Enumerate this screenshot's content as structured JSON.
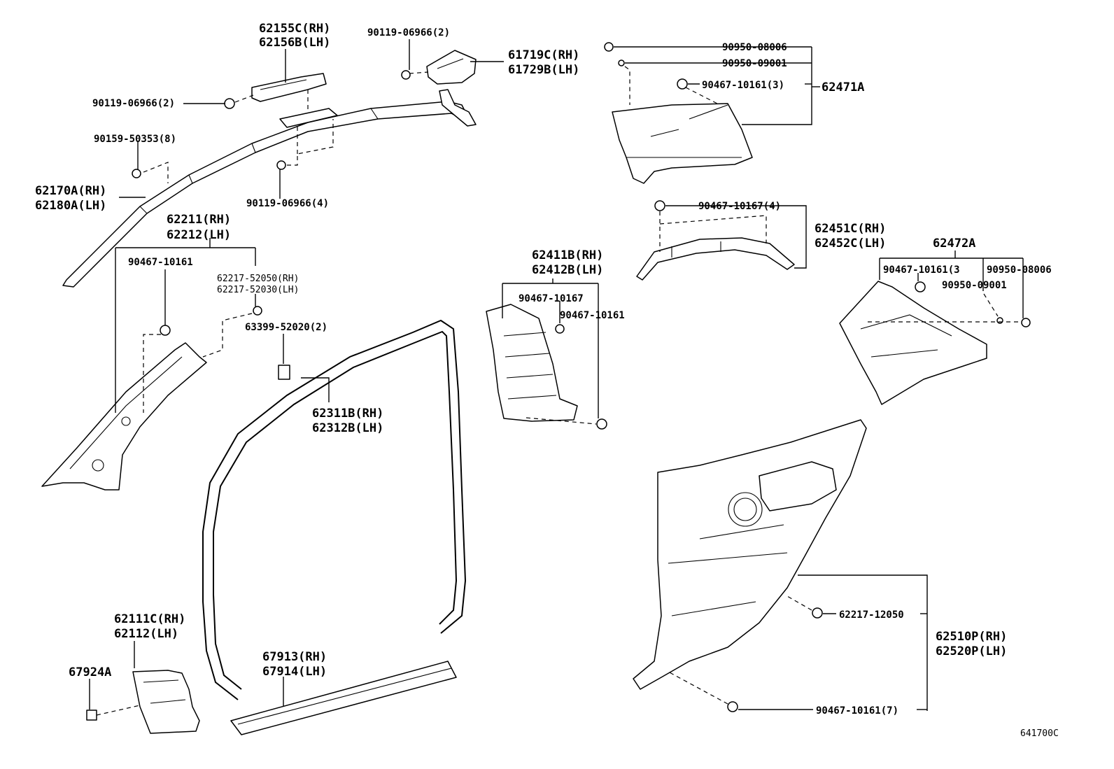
{
  "labels": {
    "p62155": "62155C(RH)",
    "p62156": "62156B(LH)",
    "p90119_a": "90119-06966(2)",
    "p90119_b": "90119-06966(2)",
    "p61719": "61719C(RH)",
    "p61729": "61729B(LH)",
    "p90159": "90159-50353(8)",
    "p62170": "62170A(RH)",
    "p62180": "62180A(LH)",
    "p90119_c": "90119-06966(4)",
    "p62211": "62211(RH)",
    "p62212": "62212(LH)",
    "p90467_a": "90467-10161",
    "p62217_52050": "62217-52050(RH)",
    "p62217_52030": "62217-52030(LH)",
    "p63399": "63399-52020(2)",
    "p62311": "62311B(RH)",
    "p62312": "62312B(LH)",
    "p62111": "62111C(RH)",
    "p62112": "62112(LH)",
    "p67924": "67924A",
    "p67913": "67913(RH)",
    "p67914": "67914(LH)",
    "p90950_08006_a": "90950-08006",
    "p90950_09001_a": "90950-09001",
    "p90467_10161_3a": "90467-10161(3)",
    "p62471": "62471A",
    "p90467_10167_4": "90467-10167(4)",
    "p62451": "62451C(RH)",
    "p62452": "62452C(LH)",
    "p62411": "62411B(RH)",
    "p62412": "62412B(LH)",
    "p90467_10167": "90467-10167",
    "p90467_10161_b": "90467-10161",
    "p62472": "62472A",
    "p90467_10161_3b": "90467-10161(3",
    "p90950_08006_b": "90950-08006",
    "p90950_09001_b": "90950-09001",
    "p62217_12050": "62217-12050",
    "p62510": "62510P(RH)",
    "p62520": "62520P(LH)",
    "p90467_10161_7": "90467-10161(7)",
    "diagram_code": "641700C"
  }
}
